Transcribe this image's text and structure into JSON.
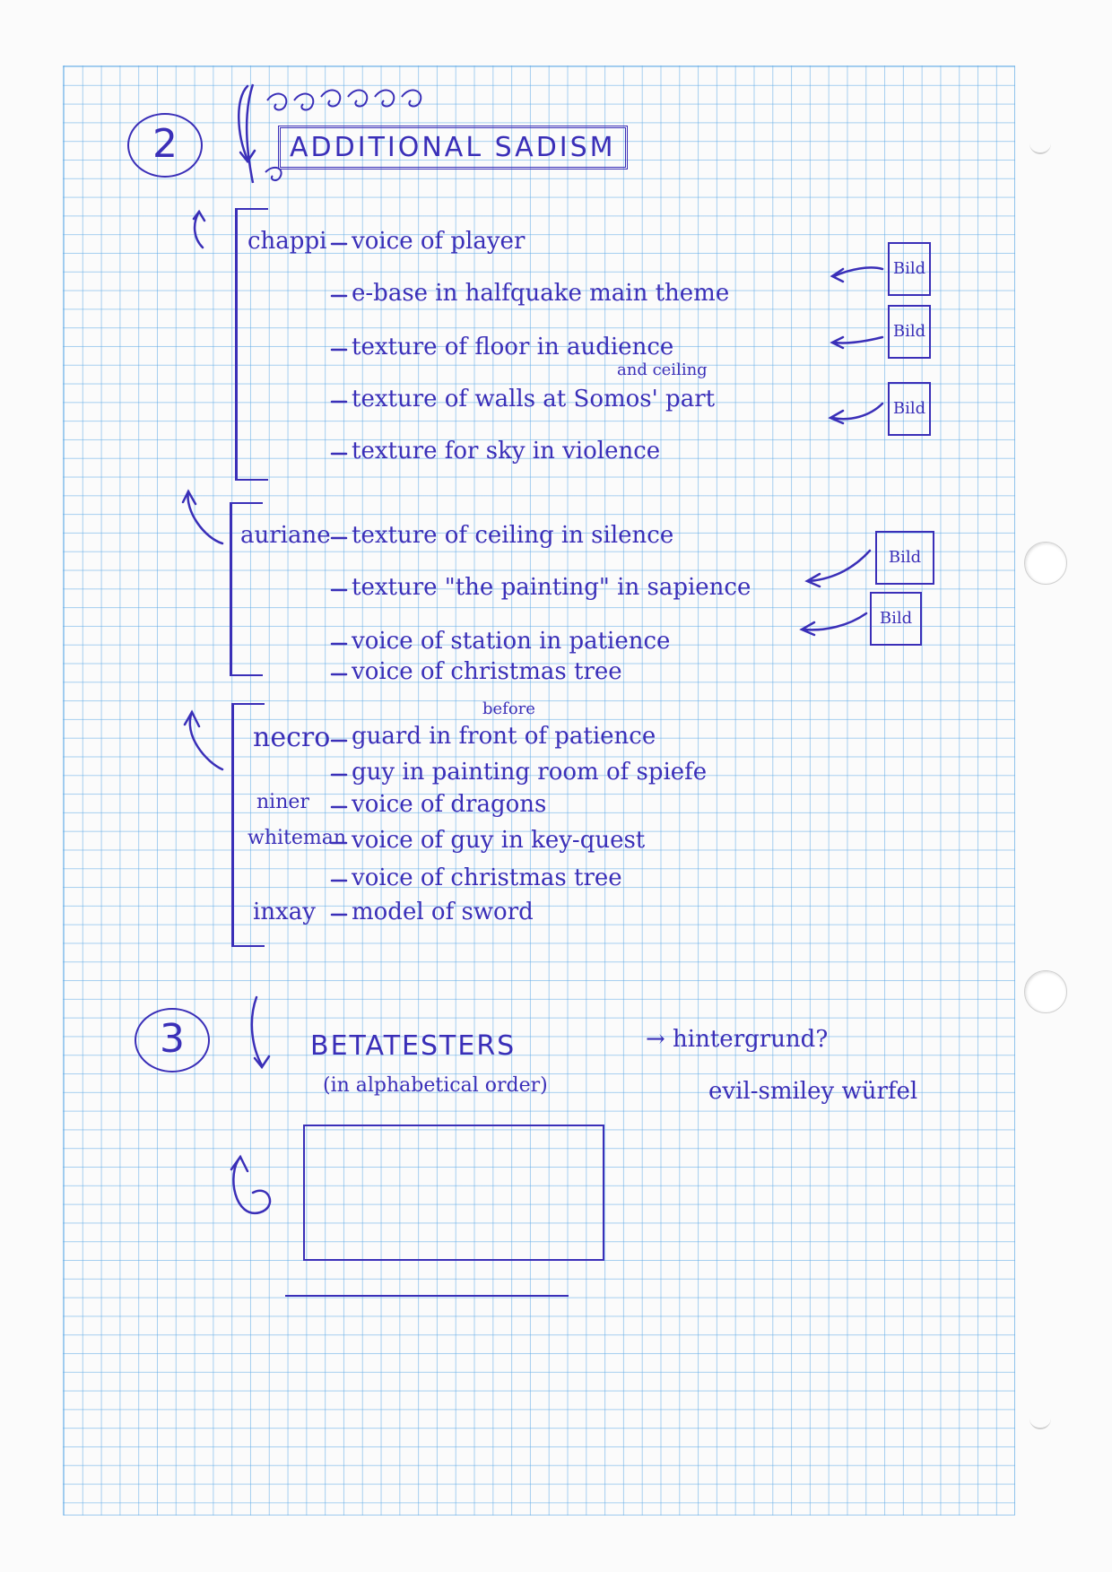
{
  "section2": {
    "number": "2",
    "title": "ADDITIONAL SADISM",
    "groups": [
      {
        "name": "chappi",
        "items": [
          "voice of player",
          "e-base in halfquake main theme",
          "texture of floor in audience",
          "texture of walls at Somos' part",
          "texture for sky in violence"
        ],
        "insert": "and ceiling"
      },
      {
        "name": "auriane",
        "items": [
          "texture of ceiling in silence",
          "texture \"the painting\" in sapience",
          "voice of station in patience",
          "voice of christmas tree"
        ]
      },
      {
        "name": "necro",
        "items": [
          "guard in front of patience",
          "guy in painting room of spiefe"
        ],
        "insert": "before"
      },
      {
        "name": "niner",
        "items": [
          "voice of dragons"
        ]
      },
      {
        "name": "whiteman",
        "items": [
          "voice of guy in key-quest",
          "voice of christmas tree"
        ]
      },
      {
        "name": "inxay",
        "items": [
          "model of sword"
        ]
      }
    ],
    "bild_label": "Bild"
  },
  "section3": {
    "number": "3",
    "title": "BETATESTERS",
    "subtitle": "(in alphabetical order)",
    "note_1": "→ hintergrund?",
    "note_2": "evil-smiley würfel"
  },
  "colors": {
    "ink": "#3a2fb8",
    "grid": "#5faae6",
    "paper": "#fbfbfb"
  }
}
